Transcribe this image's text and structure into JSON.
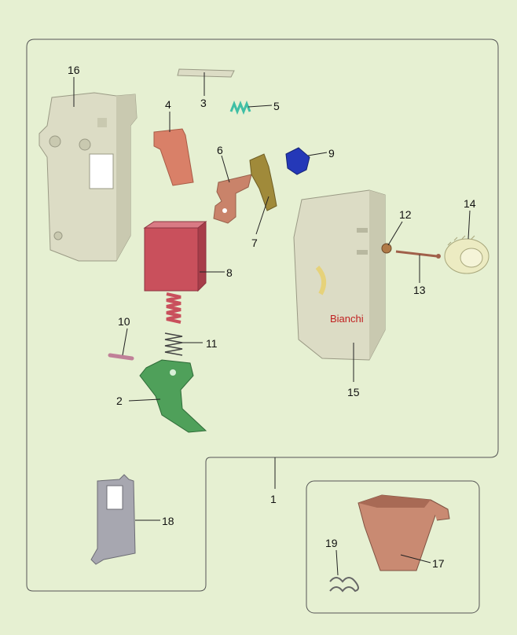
{
  "brand": "Bianchi",
  "callouts": {
    "c1": "1",
    "c2": "2",
    "c3": "3",
    "c4": "4",
    "c5": "5",
    "c6": "6",
    "c7": "7",
    "c8": "8",
    "c9": "9",
    "c10": "10",
    "c11": "11",
    "c12": "12",
    "c13": "13",
    "c14": "14",
    "c15": "15",
    "c16": "16",
    "c17": "17",
    "c18": "18",
    "c19": "19"
  },
  "colors": {
    "background": "#e6f0d2",
    "housing": "#dcdcc5",
    "part2": "#4fa05a",
    "part4": "#d98068",
    "part5": "#3fbfa5",
    "part6": "#c9836a",
    "part7": "#a08a3a",
    "part8": "#c9505c",
    "part9": "#2438b8",
    "part10": "#c08098",
    "part14": "#ecebc2",
    "part17": "#c98a72",
    "part18": "#a7a7b0",
    "logo": "#c02020"
  }
}
